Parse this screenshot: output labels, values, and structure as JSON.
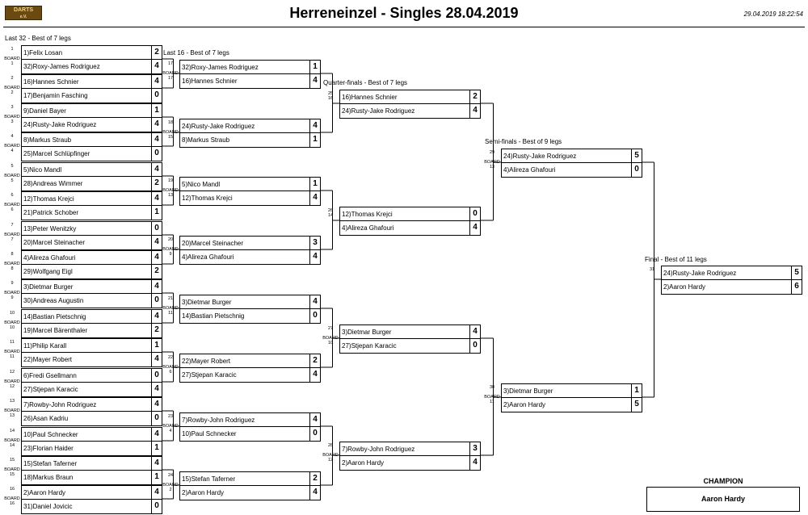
{
  "header": {
    "logo_line1": "DARTS",
    "logo_line2": "e.V.",
    "title": "Herreneinzel - Singles 28.04.2019",
    "timestamp": "29.04.2019 18:22:54"
  },
  "board_label": "BOARD",
  "rounds": [
    {
      "label": "Last 32 - Best of 7 legs",
      "matches": [
        {
          "num": "1",
          "board": "1",
          "p1": "1)Felix Losan",
          "s1": "2",
          "p2": "32)Roxy-James Rodriguez",
          "s2": "4"
        },
        {
          "num": "2",
          "board": "2",
          "p1": "16)Hannes Schnier",
          "s1": "4",
          "p2": "17)Benjamin Fasching",
          "s2": "0"
        },
        {
          "num": "3",
          "board": "3",
          "p1": "9)Daniel Bayer",
          "s1": "1",
          "p2": "24)Rusty-Jake Rodriguez",
          "s2": "4"
        },
        {
          "num": "4",
          "board": "4",
          "p1": "8)Markus Straub",
          "s1": "4",
          "p2": "25)Marcel Schlüpfinger",
          "s2": "0"
        },
        {
          "num": "5",
          "board": "5",
          "p1": "5)Nico Mandl",
          "s1": "4",
          "p2": "28)Andreas Wimmer",
          "s2": "2"
        },
        {
          "num": "6",
          "board": "6",
          "p1": "12)Thomas Krejci",
          "s1": "4",
          "p2": "21)Patrick Schober",
          "s2": "1"
        },
        {
          "num": "7",
          "board": "7",
          "p1": "13)Peter Wenitzky",
          "s1": "0",
          "p2": "20)Marcel Steinacher",
          "s2": "4"
        },
        {
          "num": "8",
          "board": "8",
          "p1": "4)Alireza Ghafouri",
          "s1": "4",
          "p2": "29)Wolfgang Eigl",
          "s2": "2"
        },
        {
          "num": "9",
          "board": "9",
          "p1": "3)Dietmar Burger",
          "s1": "4",
          "p2": "30)Andreas Augustin",
          "s2": "0"
        },
        {
          "num": "10",
          "board": "10",
          "p1": "14)Bastian Pietschnig",
          "s1": "4",
          "p2": "19)Marcel Bärenthaler",
          "s2": "2"
        },
        {
          "num": "11",
          "board": "11",
          "p1": "11)Philip Karall",
          "s1": "1",
          "p2": "22)Mayer Robert",
          "s2": "4"
        },
        {
          "num": "12",
          "board": "12",
          "p1": "6)Fredi Gsellmann",
          "s1": "0",
          "p2": "27)Stjepan Karacic",
          "s2": "4"
        },
        {
          "num": "13",
          "board": "13",
          "p1": "7)Rowby-John Rodriguez",
          "s1": "4",
          "p2": "26)Asan Kadriu",
          "s2": "0"
        },
        {
          "num": "14",
          "board": "14",
          "p1": "10)Paul Schnecker",
          "s1": "4",
          "p2": "23)Florian Haider",
          "s2": "1"
        },
        {
          "num": "15",
          "board": "15",
          "p1": "15)Stefan Taferner",
          "s1": "4",
          "p2": "18)Markus Braun",
          "s2": "1"
        },
        {
          "num": "16",
          "board": "16",
          "p1": "2)Aaron Hardy",
          "s1": "4",
          "p2": "31)Daniel Jovicic",
          "s2": "0"
        }
      ]
    },
    {
      "label": "Last 16 - Best of 7 legs",
      "matches": [
        {
          "num": "17",
          "board": "17",
          "p1": "32)Roxy-James Rodriguez",
          "s1": "1",
          "p2": "16)Hannes Schnier",
          "s2": "4"
        },
        {
          "num": "18",
          "board": "15",
          "p1": "24)Rusty-Jake Rodriguez",
          "s1": "4",
          "p2": "8)Markus Straub",
          "s2": "1"
        },
        {
          "num": "19",
          "board": "13",
          "p1": "5)Nico Mandl",
          "s1": "1",
          "p2": "12)Thomas Krejci",
          "s2": "4"
        },
        {
          "num": "20",
          "board": "9",
          "p1": "20)Marcel Steinacher",
          "s1": "3",
          "p2": "4)Alireza Ghafouri",
          "s2": "4"
        },
        {
          "num": "21",
          "board": "11",
          "p1": "3)Dietmar Burger",
          "s1": "4",
          "p2": "14)Bastian Pietschnig",
          "s2": "0"
        },
        {
          "num": "22",
          "board": "6",
          "p1": "22)Mayer Robert",
          "s1": "2",
          "p2": "27)Stjepan Karacic",
          "s2": "4"
        },
        {
          "num": "23",
          "board": "4",
          "p1": "7)Rowby-John Rodriguez",
          "s1": "4",
          "p2": "10)Paul Schnecker",
          "s2": "0"
        },
        {
          "num": "24",
          "board": "2",
          "p1": "15)Stefan Taferner",
          "s1": "2",
          "p2": "2)Aaron Hardy",
          "s2": "4"
        }
      ]
    },
    {
      "label": "Quarter-finals - Best of 7 legs",
      "matches": [
        {
          "num": "25",
          "num2": "16",
          "board": "",
          "p1": "16)Hannes Schnier",
          "s1": "2",
          "p2": "24)Rusty-Jake Rodriguez",
          "s2": "4"
        },
        {
          "num": "26",
          "num2": "14",
          "board": "",
          "p1": "12)Thomas Krejci",
          "s1": "0",
          "p2": "4)Alireza Ghafouri",
          "s2": "4"
        },
        {
          "num": "27",
          "board": "10",
          "p1": "3)Dietmar Burger",
          "s1": "4",
          "p2": "27)Stjepan Karacic",
          "s2": "0"
        },
        {
          "num": "28",
          "board": "12",
          "p1": "7)Rowby-John Rodriguez",
          "s1": "3",
          "p2": "2)Aaron Hardy",
          "s2": "4"
        }
      ]
    },
    {
      "label": "Semi-finals - Best of 9 legs",
      "matches": [
        {
          "num": "29",
          "board": "13",
          "p1": "24)Rusty-Jake Rodriguez",
          "s1": "5",
          "p2": "4)Alireza Ghafouri",
          "s2": "0"
        },
        {
          "num": "30",
          "board": "11",
          "p1": "3)Dietmar Burger",
          "s1": "1",
          "p2": "2)Aaron Hardy",
          "s2": "5"
        }
      ]
    },
    {
      "label": "Final - Best of 11 legs",
      "matches": [
        {
          "num": "31",
          "board": "",
          "p1": "24)Rusty-Jake Rodriguez",
          "s1": "5",
          "p2": "2)Aaron Hardy",
          "s2": "6"
        }
      ]
    }
  ],
  "champion": {
    "label": "CHAMPION",
    "name": "Aaron Hardy"
  }
}
